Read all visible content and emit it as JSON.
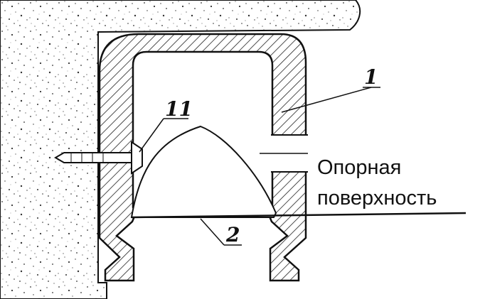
{
  "diagram": {
    "labels": {
      "profile_number": "1",
      "lens_number": "2",
      "screw_number": "11",
      "surface_line1": "Опорная",
      "surface_line2": "поверхность"
    }
  }
}
